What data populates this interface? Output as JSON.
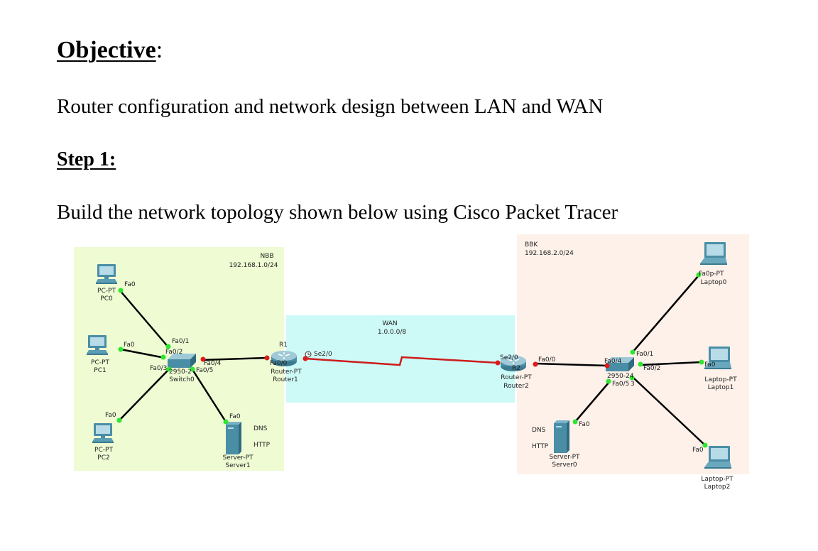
{
  "document": {
    "objective_heading": "Objective",
    "objective_colon": ":",
    "objective_text": "Router configuration and network design between LAN and WAN",
    "step_heading": "Step 1:",
    "step_text": "Build the network topology shown below using Cisco Packet Tracer"
  },
  "topology": {
    "colors": {
      "lan_left_zone": "#eefbd3",
      "wan_zone": "#cdfaf6",
      "lan_right_zone": "#fdf1ea",
      "ethernet_link": "#000000",
      "serial_link": "#cc1c1c",
      "port_up": "#2ee62e",
      "port_down": "#e01a1a",
      "device_body": "#4a8ea6"
    },
    "zones": {
      "nbb": {
        "name": "NBB",
        "network": "192.168.1.0/24"
      },
      "wan": {
        "name": "WAN",
        "network": "1.0.0.0/8"
      },
      "bbk": {
        "name": "BBK",
        "network": "192.168.2.0/24"
      }
    },
    "devices": {
      "pc0": {
        "type": "PC-PT",
        "name": "PC0",
        "port": "Fa0"
      },
      "pc1": {
        "type": "PC-PT",
        "name": "PC1",
        "port": "Fa0"
      },
      "pc2": {
        "type": "PC-PT",
        "name": "PC2",
        "port": "Fa0"
      },
      "server1": {
        "type": "Server-PT",
        "name": "Server1",
        "port": "Fa0",
        "services": [
          "DNS",
          "HTTP"
        ]
      },
      "switch0": {
        "type": "2950-2",
        "name": "Switch0",
        "ports": [
          "Fa0/1",
          "Fa0/2",
          "Fa0/3",
          "Fa0/4",
          "Fa0/5"
        ]
      },
      "router1": {
        "type": "Router-PT",
        "name": "Router1",
        "tag": "R1",
        "ports": [
          "Fa0/0",
          "Se2/0"
        ]
      },
      "router2": {
        "type": "Router-PT",
        "name": "Router2",
        "tag": "R2",
        "ports": [
          "Se2/0",
          "Fa0/0"
        ]
      },
      "switch1": {
        "type": "2950-24",
        "name_fragment": "3",
        "ports": [
          "Fa0/4",
          "Fa0/1",
          "Fa0/2",
          "Fa0/5"
        ]
      },
      "laptop0": {
        "type": "Laptop-PT",
        "name": "Laptop0",
        "port": "Fa0",
        "overlap_label": "Fa0p-PT"
      },
      "laptop1": {
        "type": "Laptop-PT",
        "name": "Laptop1",
        "port": "Fa0"
      },
      "laptop2": {
        "type": "Laptop-PT",
        "name": "Laptop2",
        "port": "Fa0"
      },
      "server0": {
        "type": "Server-PT",
        "name": "Server0",
        "port": "Fa0",
        "services": [
          "DNS",
          "HTTP"
        ]
      }
    }
  }
}
